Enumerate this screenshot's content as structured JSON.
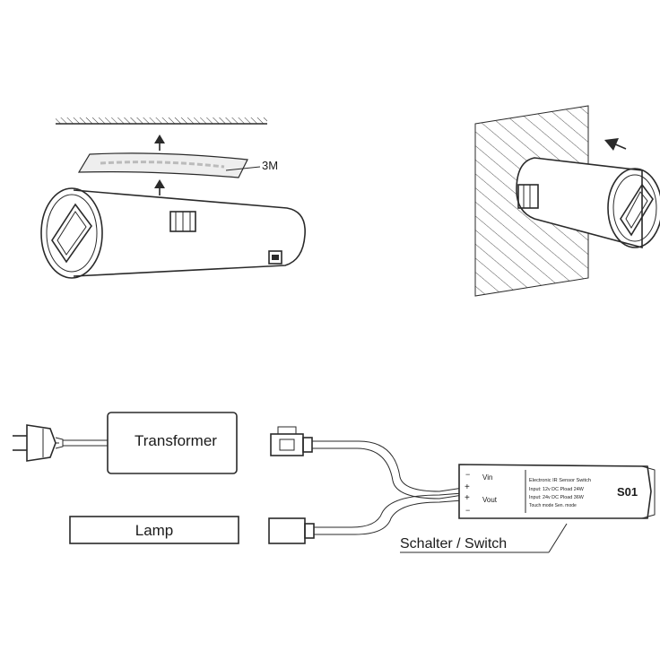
{
  "labels": {
    "tape": "3M",
    "transformer": "Transformer",
    "lamp": "Lamp",
    "switch_caption": "Schalter / Switch"
  },
  "switch_module": {
    "model": "S01",
    "vin": "Vin",
    "vout": "Vout",
    "plus_top": "+",
    "minus_top": "−",
    "plus_bottom": "+",
    "minus_bottom": "−",
    "title": "Electronic IR Sensor Switch",
    "spec_line1": "Input: 12v DC   Pload 24W",
    "spec_line2": "Input: 24v DC   Pload 36W",
    "mode_line": "Touch mode   Sen. mode"
  },
  "colors": {
    "line": "#2a2a2a",
    "hatch": "#555555",
    "background": "#ffffff"
  },
  "icons": {
    "arrow_up": "arrow-up-icon",
    "arrow_left": "arrow-left-icon",
    "plug": "power-plug-icon"
  }
}
